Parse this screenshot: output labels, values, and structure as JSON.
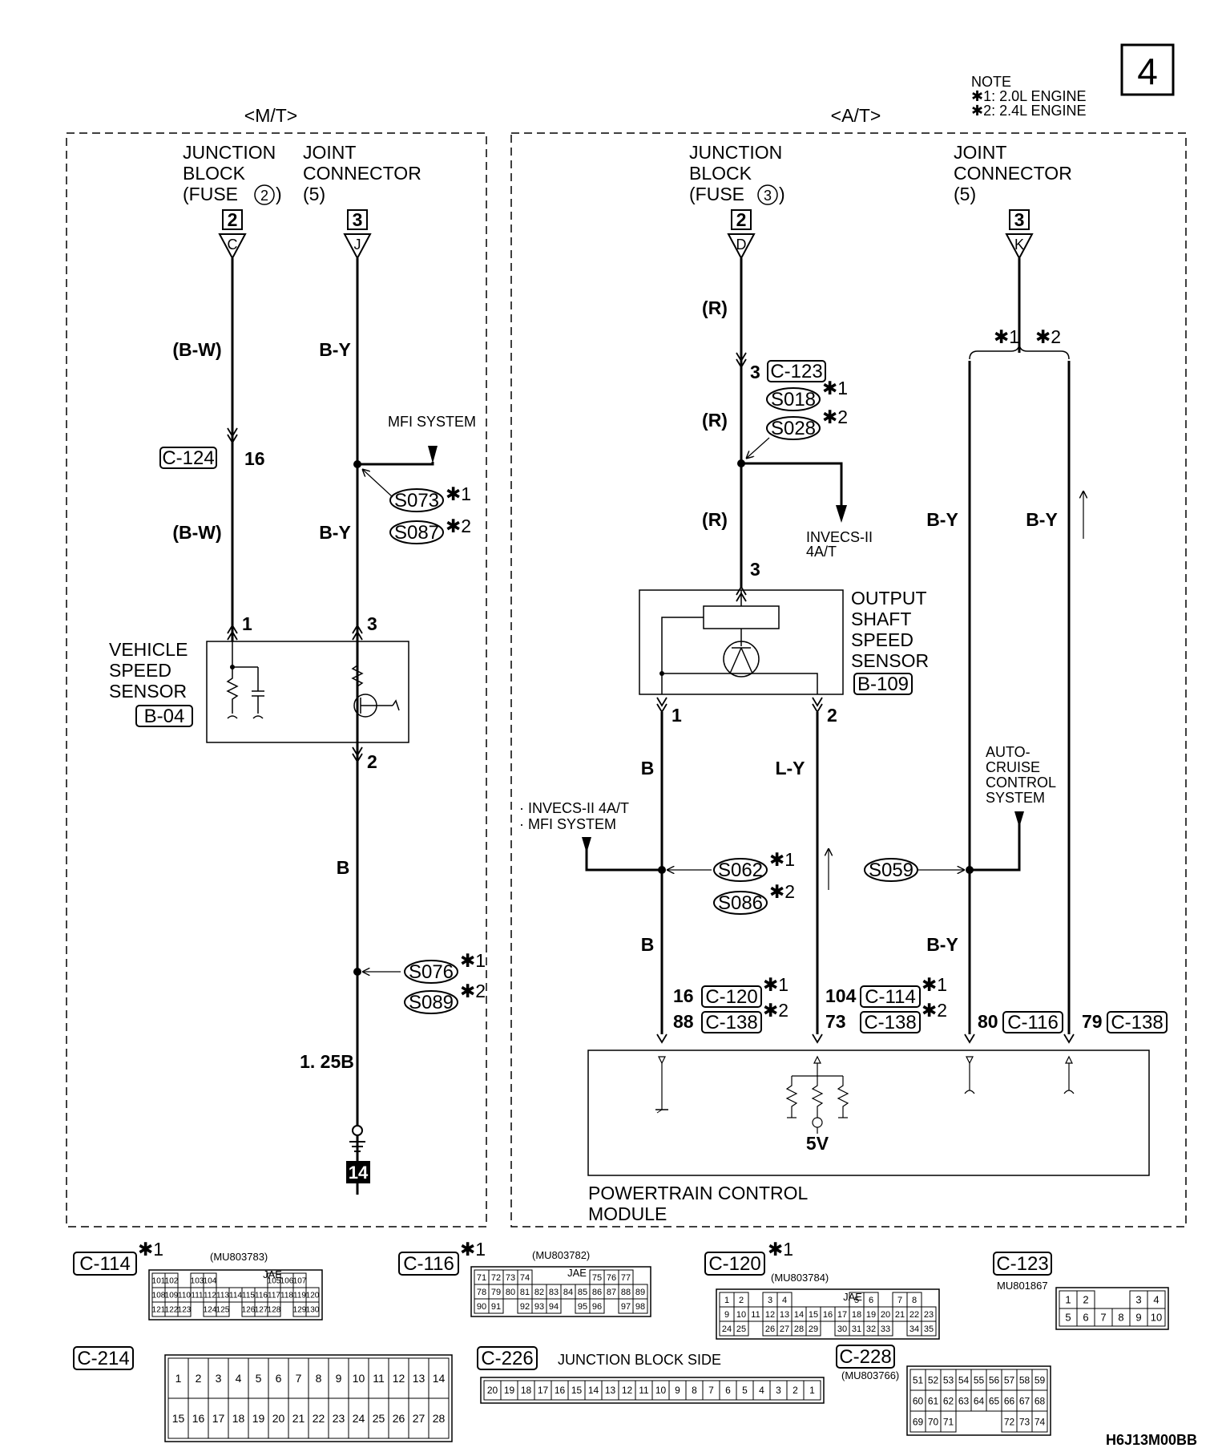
{
  "page_number": "4",
  "note": {
    "title": "NOTE",
    "l1": "✱1: 2.0L ENGINE",
    "l2": "✱2: 2.4L ENGINE"
  },
  "doc_code": "H6J13M00BB",
  "mt": {
    "header": "<M/T>",
    "jb_l1": "JUNCTION",
    "jb_l2": "BLOCK",
    "jb_fuse_l": "(FUSE",
    "jb_fuse_n": "2",
    "jb_fuse_r": ")",
    "jc_l1": "JOINT",
    "jc_l2": "CONNECTOR",
    "jc_l3": "(5)",
    "term_a_box": "2",
    "term_a_letter": "C",
    "term_b_box": "3",
    "term_b_letter": "J",
    "wire_bw_1": "(B-W)",
    "wire_bw_2": "(B-W)",
    "wire_by_1": "B-Y",
    "wire_by_2": "B-Y",
    "wire_b": "B",
    "wire_125b": "1. 25B",
    "conn_c124": "C-124",
    "pin_16": "16",
    "mfi": "MFI SYSTEM",
    "s073": "S073",
    "s087": "S087",
    "s076": "S076",
    "s089": "S089",
    "star1": "✱1",
    "star2": "✱2",
    "vss_l1": "VEHICLE",
    "vss_l2": "SPEED",
    "vss_l3": "SENSOR",
    "vss_conn": "B-04",
    "pin_1": "1",
    "pin_3": "3",
    "pin_2": "2",
    "ground_num": "14"
  },
  "at": {
    "header": "<A/T>",
    "jb_l1": "JUNCTION",
    "jb_l2": "BLOCK",
    "jb_fuse_l": "(FUSE",
    "jb_fuse_n": "3",
    "jb_fuse_r": ")",
    "jc_l1": "JOINT",
    "jc_l2": "CONNECTOR",
    "jc_l3": "(5)",
    "term_d_box": "2",
    "term_d_letter": "D",
    "term_k_box": "3",
    "term_k_letter": "K",
    "wire_r1": "(R)",
    "wire_r2": "(R)",
    "wire_r3": "(R)",
    "pin_3a": "3",
    "conn_c123": "C-123",
    "s018": "S018",
    "s028": "S028",
    "invecs": "INVECS-II",
    "invecs2": "4A/T",
    "pin_3b": "3",
    "oss_l1": "OUTPUT",
    "oss_l2": "SHAFT",
    "oss_l3": "SPEED",
    "oss_l4": "SENSOR",
    "oss_conn": "B-109",
    "pin_1": "1",
    "pin_2": "2",
    "wire_b1": "B",
    "wire_b2": "B",
    "wire_ly": "L-Y",
    "wire_by1": "B-Y",
    "wire_by2": "B-Y",
    "wire_by3": "B-Y",
    "star_a": "✱1",
    "star_b": "✱2",
    "left_note1": "· INVECS-II 4A/T",
    "left_note2": "· MFI SYSTEM",
    "s062": "S062",
    "s086": "S086",
    "s059": "S059",
    "ac_l1": "AUTO-",
    "ac_l2": "CRUISE",
    "ac_l3": "CONTROL",
    "ac_l4": "SYSTEM",
    "p16": "16",
    "c120": "C-120",
    "p88": "88",
    "c138a": "C-138",
    "p104": "104",
    "c114": "C-114",
    "p73": "73",
    "c138b": "C-138",
    "p80": "80",
    "c116": "C-116",
    "p79": "79",
    "c138c": "C-138",
    "v5": "5V",
    "pcm_l1": "POWERTRAIN CONTROL",
    "pcm_l2": "MODULE"
  },
  "connectors": {
    "c114": {
      "name": "C-114",
      "part": "(MU803783)",
      "brand": "JAE",
      "rows": [
        [
          "101",
          "102",
          "",
          "103",
          "104",
          "",
          "",
          "",
          "",
          "105",
          "106",
          "107"
        ],
        [
          "108",
          "109",
          "110",
          "111",
          "112",
          "113",
          "114",
          "115",
          "116",
          "117",
          "118",
          "119",
          "120"
        ],
        [
          "121",
          "122",
          "123",
          "",
          "124",
          "125",
          "",
          "126",
          "127",
          "128",
          "",
          "129",
          "130"
        ]
      ]
    },
    "c116": {
      "name": "C-116",
      "part": "(MU803782)",
      "brand": "JAE",
      "rows": [
        [
          "71",
          "72",
          "73",
          "74",
          "",
          "",
          "",
          "",
          "75",
          "76",
          "77"
        ],
        [
          "78",
          "79",
          "80",
          "81",
          "82",
          "83",
          "84",
          "85",
          "86",
          "87",
          "88",
          "89"
        ],
        [
          "90",
          "91",
          "",
          "92",
          "93",
          "94",
          "",
          "95",
          "96",
          "",
          "97",
          "98"
        ]
      ]
    },
    "c120": {
      "name": "C-120",
      "part": "(MU803784)",
      "brand": "JAE",
      "rows": [
        [
          "1",
          "2",
          "",
          "3",
          "4",
          "",
          "",
          "",
          "",
          "5",
          "6",
          "",
          "7",
          "8"
        ],
        [
          "9",
          "10",
          "11",
          "12",
          "13",
          "14",
          "15",
          "16",
          "17",
          "18",
          "19",
          "20",
          "21",
          "22",
          "23"
        ],
        [
          "24",
          "25",
          "",
          "26",
          "27",
          "28",
          "29",
          "",
          "30",
          "31",
          "32",
          "33",
          "",
          "34",
          "35"
        ]
      ]
    },
    "c123": {
      "name": "C-123",
      "part": "MU801867",
      "rows": [
        [
          "1",
          "2",
          "",
          "",
          "3",
          "4"
        ],
        [
          "5",
          "6",
          "7",
          "8",
          "9",
          "10"
        ]
      ]
    },
    "c214": {
      "name": "C-214",
      "rows": [
        [
          "1",
          "2",
          "3",
          "4",
          "5",
          "6",
          "7",
          "8",
          "9",
          "10",
          "11",
          "12",
          "13",
          "14"
        ],
        [
          "15",
          "16",
          "17",
          "18",
          "19",
          "20",
          "21",
          "22",
          "23",
          "24",
          "25",
          "26",
          "27",
          "28"
        ]
      ]
    },
    "c226": {
      "name": "C-226",
      "label": "JUNCTION BLOCK SIDE",
      "row": [
        "20",
        "19",
        "18",
        "17",
        "16",
        "15",
        "14",
        "13",
        "12",
        "11",
        "10",
        "9",
        "8",
        "7",
        "6",
        "5",
        "4",
        "3",
        "2",
        "1"
      ]
    },
    "c228": {
      "name": "C-228",
      "part": "(MU803766)",
      "rows": [
        [
          "51",
          "52",
          "53",
          "54",
          "55",
          "56",
          "57",
          "58",
          "59"
        ],
        [
          "60",
          "61",
          "62",
          "63",
          "64",
          "65",
          "66",
          "67",
          "68"
        ],
        [
          "69",
          "70",
          "71",
          "",
          "",
          "",
          "72",
          "73",
          "74"
        ]
      ]
    }
  }
}
